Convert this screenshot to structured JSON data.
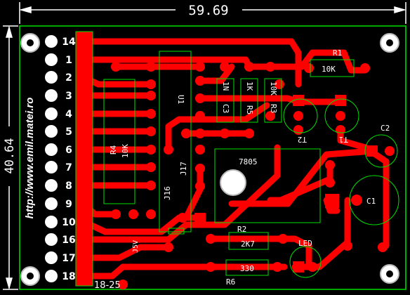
{
  "dimensions": {
    "width": "59.69",
    "height": "40.64"
  },
  "url": "http://www.emil.matei.ro",
  "pin_labels": [
    "14",
    "1",
    "2",
    "3",
    "4",
    "5",
    "6",
    "7",
    "8",
    "9",
    "10",
    "16",
    "17",
    "18"
  ],
  "header_label": "18-25",
  "components": {
    "r1": "R1",
    "r1_value": "10K",
    "r2": "R2",
    "r2_value": "2K7",
    "r3": "R3",
    "r3_value": "10K",
    "r4": "R4",
    "r4_value": "10K",
    "r5": "R5",
    "r5_value": "1K",
    "r6": "R6",
    "r6_value": "330",
    "c1": "C1",
    "c2": "C2",
    "c3": "C3",
    "d1": "1N",
    "u1": "U1",
    "j16": "J16",
    "j17": "J17",
    "j5v": "J5V",
    "t1": "T1",
    "t2": "T2",
    "reg": "7805",
    "led": "LED"
  },
  "colors": {
    "board": "#000000",
    "copper": "#ff0000",
    "silk": "#00e000",
    "pad": "#ffffff",
    "text": "#ffffff"
  }
}
